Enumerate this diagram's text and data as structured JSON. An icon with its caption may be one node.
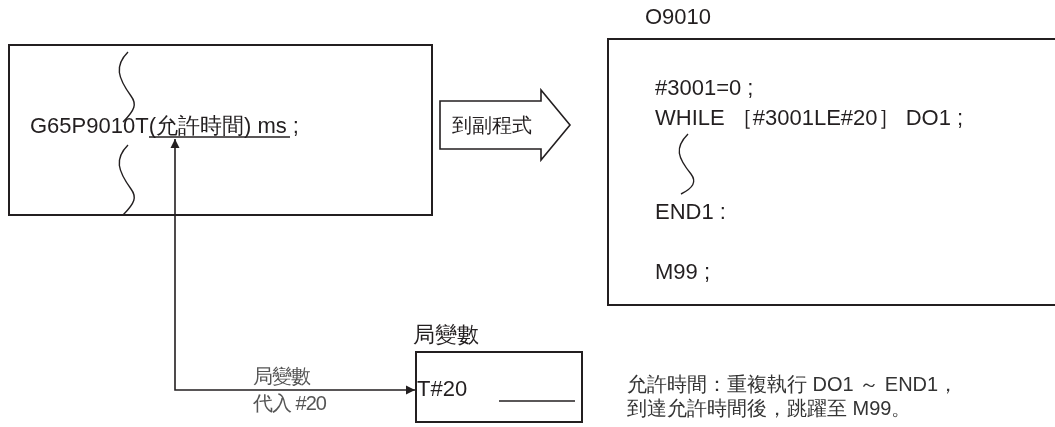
{
  "diagram": {
    "nodes": [
      {
        "text": [
          "G65P9010T(允許時間) ms ;"
        ]
      },
      {
        "text": [
          "O9010",
          "#3001=0 ;",
          "WHILE ［#3001LE#20］ DO1 ;",
          "END1 :",
          "M99 ;"
        ]
      },
      {
        "text": [
          "局變數",
          "T#20"
        ]
      }
    ],
    "edges": [
      {
        "from": 0,
        "to": 1,
        "arrow": "to",
        "label": "到副程式"
      },
      {
        "from": 2,
        "to": 0,
        "arrow": "both",
        "label": "局變數代入 #20"
      }
    ],
    "labels": [
      "允許時間：重複執行 DO1 ～ END1，到達允許時間後，跳躍至 M99。"
    ]
  }
}
